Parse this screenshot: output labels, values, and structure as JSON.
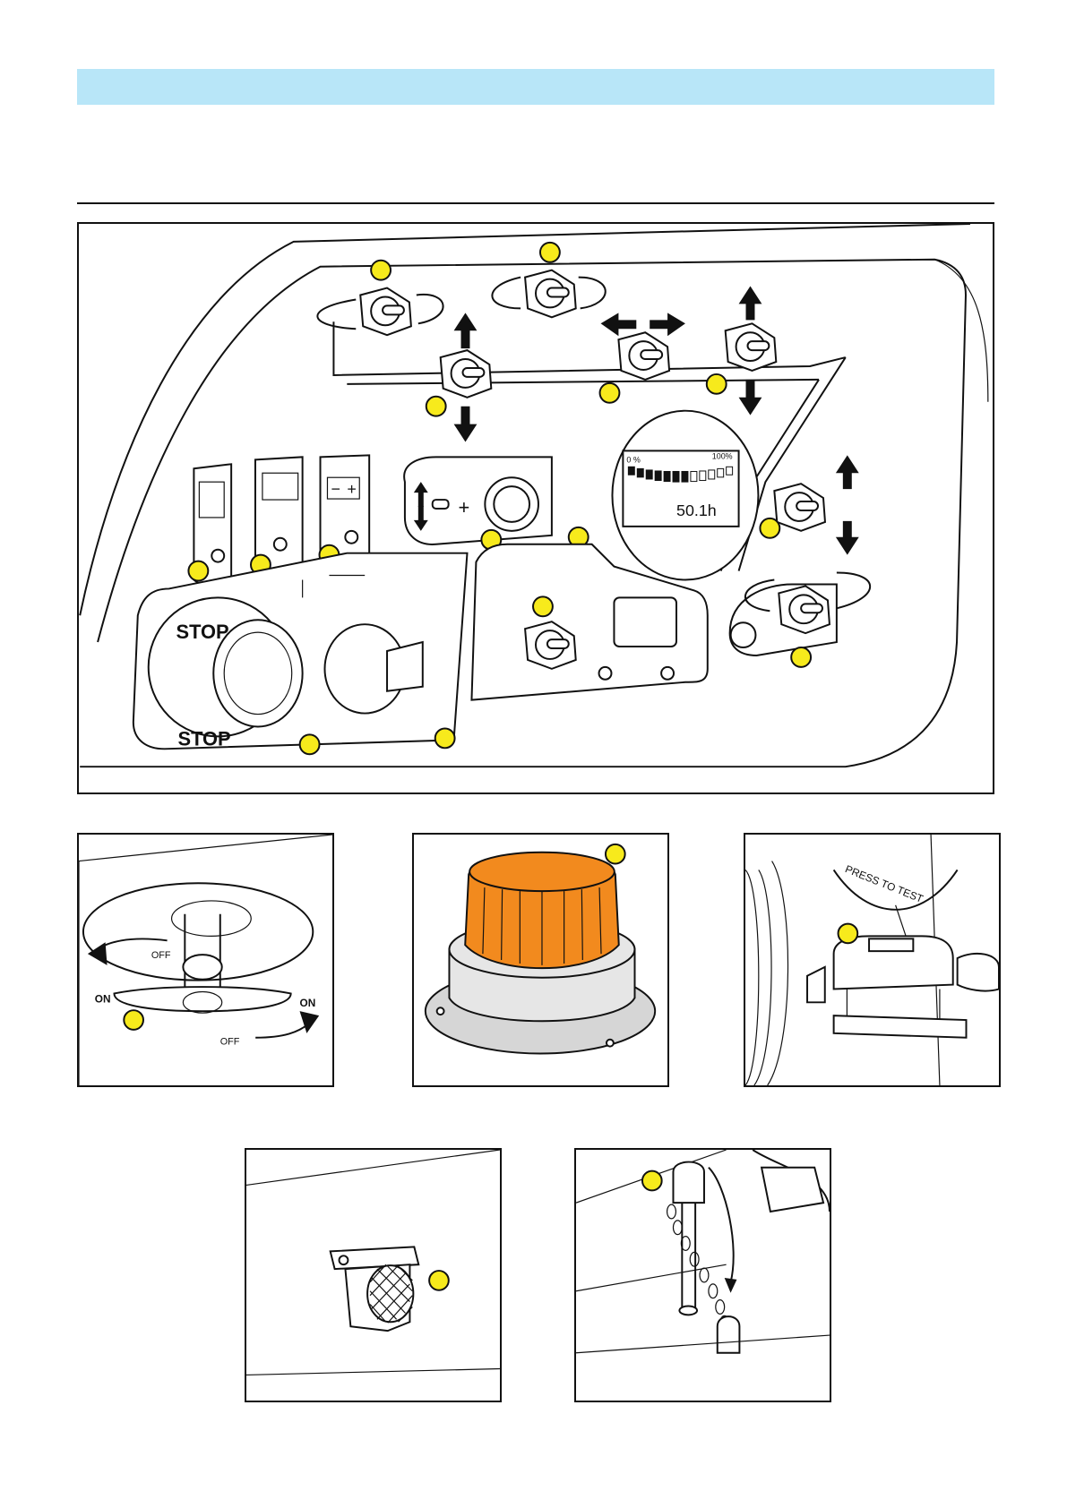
{
  "colors": {
    "header_band": "#b8e6f8",
    "callout": "#f7ea1c",
    "beacon_orange": "#f28a1e",
    "beacon_base": "#d6d6d6"
  },
  "main_panel": {
    "stop_top": "STOP",
    "stop_bottom": "STOP",
    "gauge": {
      "label_min": "0 %",
      "label_max": "100%",
      "hours": "50.1h",
      "charge_level": 0.6
    }
  },
  "battery_switch": {
    "on_left": "ON",
    "on_right": "ON",
    "off_top": "OFF",
    "off_bottom": "OFF"
  },
  "test_button": {
    "label": "PRESS TO TEST"
  }
}
